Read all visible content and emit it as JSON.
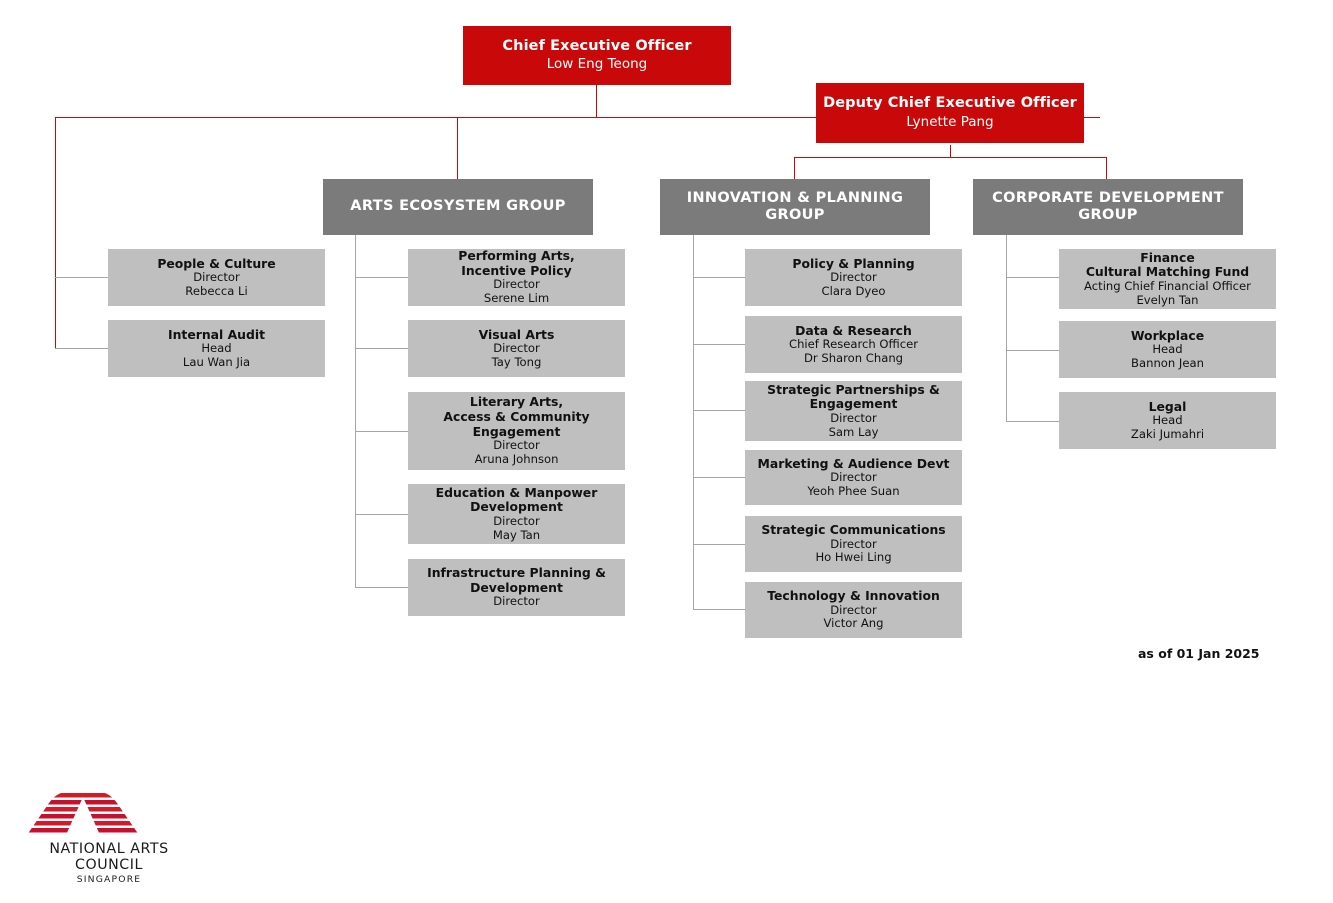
{
  "palette": {
    "exec_red": "#c90909",
    "group_grey": "#7b7b7b",
    "unit_grey": "#bfbfbf",
    "connector_red": "#c90909",
    "connector_grey": "#a6a6a6",
    "page_bg": "#ffffff"
  },
  "executives": [
    {
      "id": "ceo",
      "title": "Chief Executive Officer",
      "name": "Low Eng Teong"
    },
    {
      "id": "dceo",
      "title": "Deputy Chief Executive Officer",
      "name": "Lynette Pang"
    }
  ],
  "direct_units": [
    {
      "title": "People & Culture",
      "role": "Director",
      "name": "Rebecca Li"
    },
    {
      "title": "Internal Audit",
      "role": "Head",
      "name": "Lau Wan Jia"
    }
  ],
  "groups": [
    {
      "id": "arts-ecosystem-group",
      "title": "ARTS ECOSYSTEM GROUP",
      "units": [
        {
          "title": "Performing Arts,\nIncentive Policy",
          "role": "Director",
          "name": "Serene Lim"
        },
        {
          "title": "Visual Arts",
          "role": "Director",
          "name": "Tay Tong"
        },
        {
          "title": "Literary Arts,\nAccess & Community\nEngagement",
          "role": "Director",
          "name": "Aruna Johnson"
        },
        {
          "title": "Education & Manpower\nDevelopment",
          "role": "Director",
          "name": "May Tan"
        },
        {
          "title": "Infrastructure Planning &\nDevelopment",
          "role": "Director",
          "name": ""
        }
      ]
    },
    {
      "id": "innovation-planning-group",
      "title": "INNOVATION & PLANNING\nGROUP",
      "units": [
        {
          "title": "Policy & Planning",
          "role": "Director",
          "name": "Clara Dyeo"
        },
        {
          "title": "Data & Research",
          "role": "Chief Research Officer",
          "name": "Dr Sharon Chang"
        },
        {
          "title": "Strategic Partnerships &\nEngagement",
          "role": "Director",
          "name": "Sam Lay"
        },
        {
          "title": "Marketing & Audience Devt",
          "role": "Director",
          "name": "Yeoh Phee Suan"
        },
        {
          "title": "Strategic Communications",
          "role": "Director",
          "name": "Ho Hwei Ling"
        },
        {
          "title": "Technology & Innovation",
          "role": "Director",
          "name": "Victor Ang"
        }
      ]
    },
    {
      "id": "corporate-development-group",
      "title": "CORPORATE DEVELOPMENT\nGROUP",
      "units": [
        {
          "title": "Finance\nCultural Matching Fund",
          "role": "Acting Chief Financial Officer",
          "name": "Evelyn Tan"
        },
        {
          "title": "Workplace",
          "role": "Head",
          "name": "Bannon Jean"
        },
        {
          "title": "Legal",
          "role": "Head",
          "name": "Zaki Jumahri"
        }
      ]
    }
  ],
  "footer": {
    "as_of": "as of 01 Jan 2025",
    "logo_name": "NATIONAL ARTS COUNCIL",
    "logo_subtitle": "SINGAPORE",
    "logo_icon": "nac-arch-logo-icon"
  }
}
